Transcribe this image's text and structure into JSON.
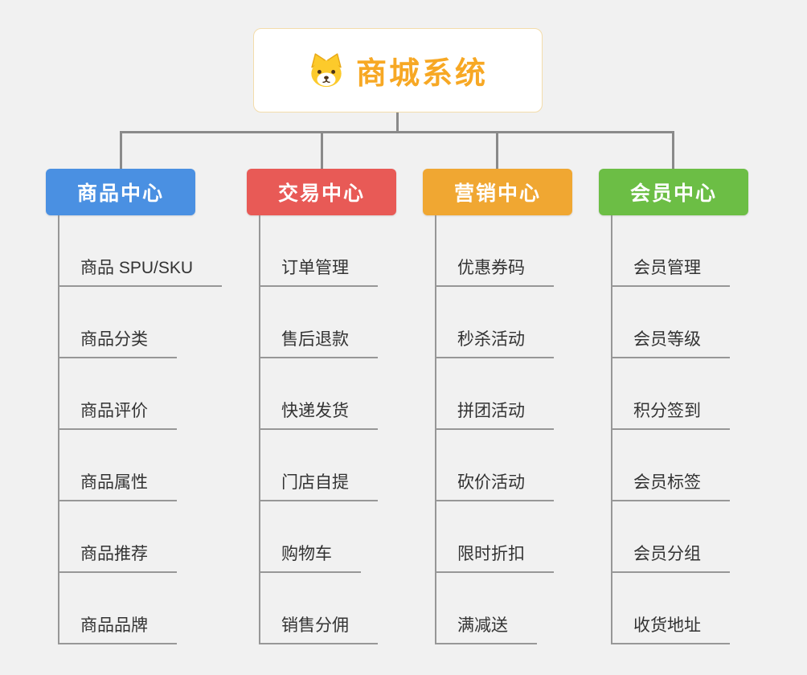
{
  "root": {
    "title": "商城系统",
    "icon": "dog-icon"
  },
  "branches": [
    {
      "label": "商品中心",
      "color": "#4a90e2",
      "items": [
        "商品 SPU/SKU",
        "商品分类",
        "商品评价",
        "商品属性",
        "商品推荐",
        "商品品牌"
      ]
    },
    {
      "label": "交易中心",
      "color": "#e85a56",
      "items": [
        "订单管理",
        "售后退款",
        "快递发货",
        "门店自提",
        "购物车",
        "销售分佣"
      ]
    },
    {
      "label": "营销中心",
      "color": "#f0a732",
      "items": [
        "优惠券码",
        "秒杀活动",
        "拼团活动",
        "砍价活动",
        "限时折扣",
        "满减送"
      ]
    },
    {
      "label": "会员中心",
      "color": "#6cbe45",
      "items": [
        "会员管理",
        "会员等级",
        "积分签到",
        "会员标签",
        "会员分组",
        "收货地址"
      ]
    }
  ],
  "colors": {
    "background": "#f1f1f1",
    "connector_line": "#8a8a8a",
    "leaf_line": "#979797",
    "root_text": "#f7a824",
    "root_border": "#f3dcab",
    "leaf_text": "#333333"
  }
}
